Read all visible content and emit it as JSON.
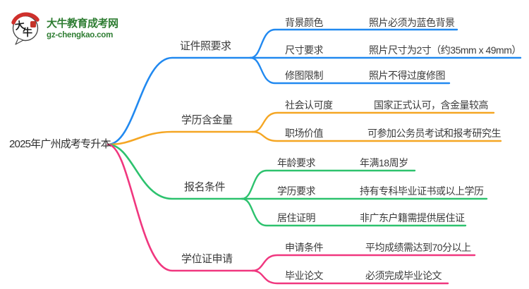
{
  "logo": {
    "site_name": "大牛教育成考网",
    "site_url": "gz-chengkao.com",
    "icon_char1": "大",
    "icon_char2": "牛",
    "brand_green": "#2e7d32",
    "brand_red": "#c43429"
  },
  "palette": {
    "text_color": "#3b3b3b",
    "background": "#ffffff"
  },
  "root": {
    "label": "2025年广州成考专升本"
  },
  "branches": [
    {
      "label": "证件照要求",
      "color": "#2189F0",
      "children": [
        {
          "label": "背景颜色",
          "value": "照片必须为蓝色背景"
        },
        {
          "label": "尺寸要求",
          "value": "照片尺寸为2寸（约35mm x 49mm）"
        },
        {
          "label": "修图限制",
          "value": "照片不得过度修图"
        }
      ]
    },
    {
      "label": "学历含金量",
      "color": "#F5A623",
      "children": [
        {
          "label": "社会认可度",
          "value": "国家正式认可，含金量较高"
        },
        {
          "label": "职场价值",
          "value": "可参加公务员考试和报考研究生"
        }
      ]
    },
    {
      "label": "报名条件",
      "color": "#2DC26E",
      "children": [
        {
          "label": "年龄要求",
          "value": "年满18周岁"
        },
        {
          "label": "学历要求",
          "value": "持有专科毕业证书或以上学历"
        },
        {
          "label": "居住证明",
          "value": "非广东户籍需提供居住证"
        }
      ]
    },
    {
      "label": "学位证申请",
      "color": "#F0377F",
      "children": [
        {
          "label": "申请条件",
          "value": "平均成绩需达到70分以上"
        },
        {
          "label": "毕业论文",
          "value": "必须完成毕业论文"
        }
      ]
    }
  ]
}
